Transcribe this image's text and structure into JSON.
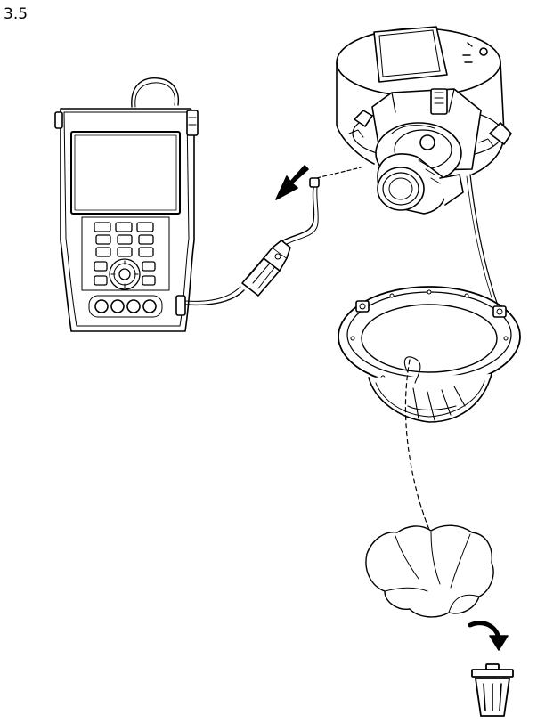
{
  "step": {
    "number": "3.5"
  },
  "colors": {
    "line": "#000000",
    "fill": "#ffffff",
    "shade": "#f2f2f2"
  },
  "icons": [
    "tester-device",
    "bnc-connector",
    "test-cable",
    "camera-dome-base",
    "camera-lens",
    "dome-cover",
    "protective-film",
    "trash-can-icon",
    "arrow-down-left-icon",
    "curved-arrow-icon"
  ]
}
